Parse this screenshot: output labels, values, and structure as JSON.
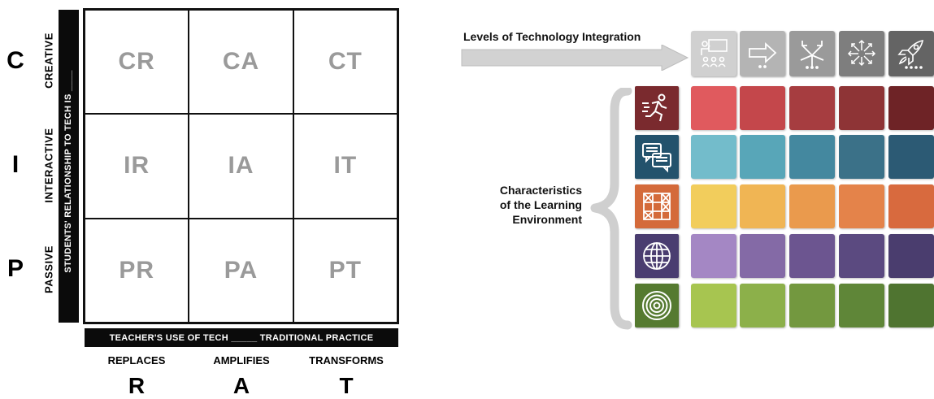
{
  "picrat": {
    "rows": [
      {
        "letter": "C",
        "label": "CREATIVE",
        "cells": [
          "CR",
          "CA",
          "CT"
        ]
      },
      {
        "letter": "I",
        "label": "INTERACTIVE",
        "cells": [
          "IR",
          "IA",
          "IT"
        ]
      },
      {
        "letter": "P",
        "label": "PASSIVE",
        "cells": [
          "PR",
          "PA",
          "PT"
        ]
      }
    ],
    "vertical_axis": "STUDENTS' RELATIONSHIP TO TECH IS ____",
    "horizontal_axis": "TEACHER'S USE OF TECH _____ TRADITIONAL PRACTICE",
    "columns": [
      {
        "label": "REPLACES",
        "letter": "R"
      },
      {
        "label": "AMPLIFIES",
        "letter": "A"
      },
      {
        "label": "TRANSFORMS",
        "letter": "T"
      }
    ]
  },
  "levels": {
    "title": "Levels of Technology Integration",
    "icons": [
      "teacher-presentation-icon",
      "arrow-right-icon",
      "branching-arrows-icon",
      "expanding-arrows-icon",
      "rocket-icon"
    ],
    "icon_colors": [
      "#d0d0d0",
      "#b4b4b4",
      "#9a9a9a",
      "#7e7e7e",
      "#646464"
    ]
  },
  "characteristics": {
    "title_lines": [
      "Characteristics",
      "of the Learning",
      "Environment"
    ],
    "rows": [
      {
        "icon": "running-person-icon",
        "icon_color": "#7a2a2e",
        "colors": [
          "#e05a5e",
          "#c4474b",
          "#a63d40",
          "#8e3436",
          "#6e2326"
        ]
      },
      {
        "icon": "chat-bubbles-icon",
        "icon_color": "#23526c",
        "colors": [
          "#73bccb",
          "#58a6b8",
          "#44889f",
          "#3b7188",
          "#2c5a74"
        ]
      },
      {
        "icon": "scaffold-icon",
        "icon_color": "#d46a3a",
        "colors": [
          "#f2cd5c",
          "#f0b554",
          "#ea9a4d",
          "#e4834a",
          "#d86a3e"
        ]
      },
      {
        "icon": "globe-icon",
        "icon_color": "#4a3d70",
        "colors": [
          "#a487c4",
          "#846aa6",
          "#6c5590",
          "#5b4a80",
          "#4a3d6e"
        ]
      },
      {
        "icon": "target-icon",
        "icon_color": "#557a30",
        "colors": [
          "#a7c550",
          "#8cb04a",
          "#73983f",
          "#5f8638",
          "#4f7430"
        ]
      }
    ]
  }
}
